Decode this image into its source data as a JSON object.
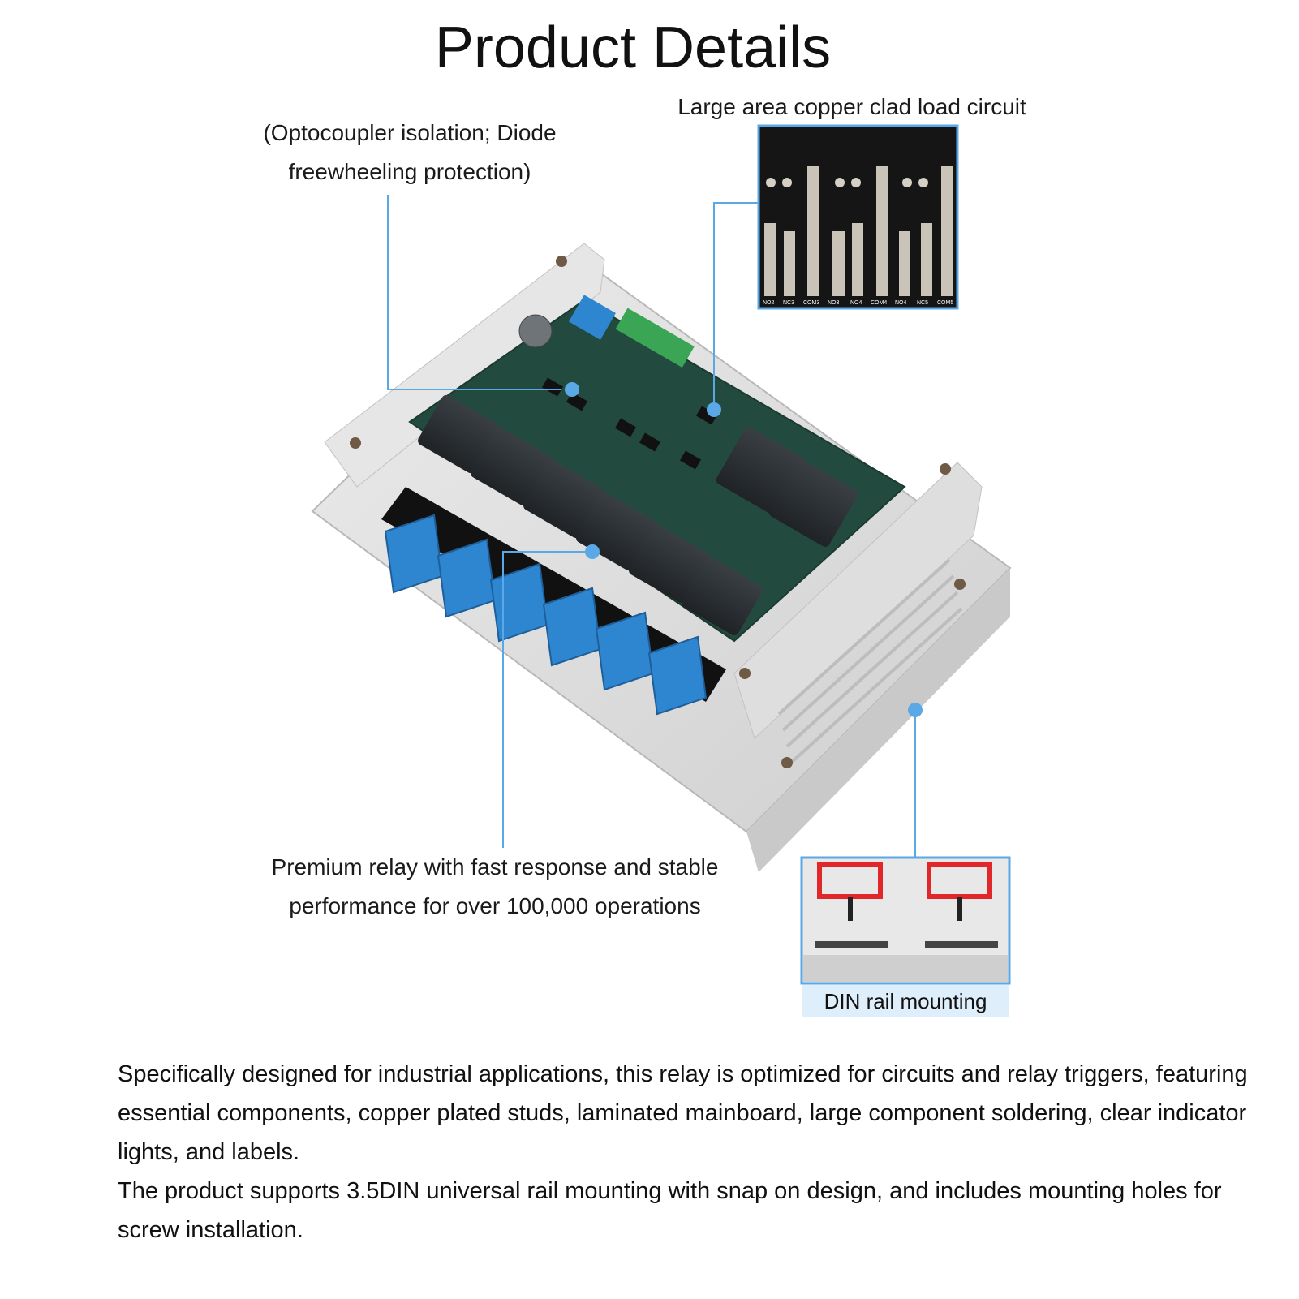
{
  "title": "Product Details",
  "callouts": {
    "optocoupler": "(Optocoupler isolation; Diode freewheeling protection)",
    "copper": "Large area copper clad load circuit",
    "relay": "Premium relay with fast response and stable performance for over 100,000 operations",
    "din": "DIN rail mounting"
  },
  "terminal_labels": [
    "NO2",
    "NC3",
    "COM3",
    "NO3",
    "NO4",
    "COM4",
    "NO4",
    "NC5",
    "COM5"
  ],
  "description": {
    "p1": "Specifically designed for industrial applications, this relay is optimized for circuits and relay triggers, featuring essential components, copper plated studs, laminated mainboard, large component soldering, clear indicator lights, and labels.",
    "p2": "The product supports 3.5DIN universal rail mounting with snap on design, and includes mounting holes for screw installation."
  },
  "colors": {
    "accent_blue": "#5aa9e6",
    "terminal_blue": "#2f86d0",
    "housing_gray": "#e3e3e3",
    "relay_dark": "#2b2f33",
    "pcb_green": "#234a3e"
  }
}
